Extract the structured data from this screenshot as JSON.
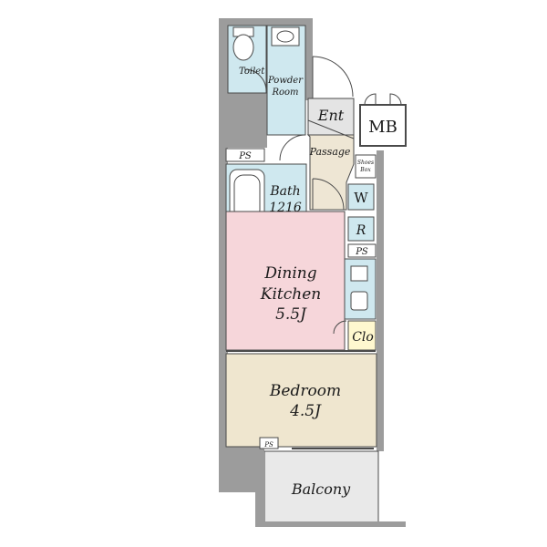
{
  "rooms": {
    "toilet": "Toilet",
    "powder_room_line1": "Powder",
    "powder_room_line2": "Room",
    "entrance": "Ent",
    "meter_box": "MB",
    "passage": "Passage",
    "shoes_box_line1": "Shoes",
    "shoes_box_line2": "Box",
    "pipe_space": "PS",
    "bath": "Bath",
    "bath_size": "1216",
    "washer": "W",
    "refrigerator": "R",
    "dining_kitchen_line1": "Dining",
    "dining_kitchen_line2": "Kitchen",
    "dining_kitchen_size": "5.5J",
    "closet": "Clo",
    "bedroom": "Bedroom",
    "bedroom_size": "4.5J",
    "balcony": "Balcony"
  },
  "colors": {
    "wall": "#9c9c9c",
    "wet_area": "#cfe8ef",
    "dining_kitchen": "#f6d6da",
    "bedroom": "#efe6cf",
    "closet": "#fff8cf",
    "passage": "#eee6d4",
    "balcony": "#e9e9e9",
    "line": "#4a4a4a"
  }
}
